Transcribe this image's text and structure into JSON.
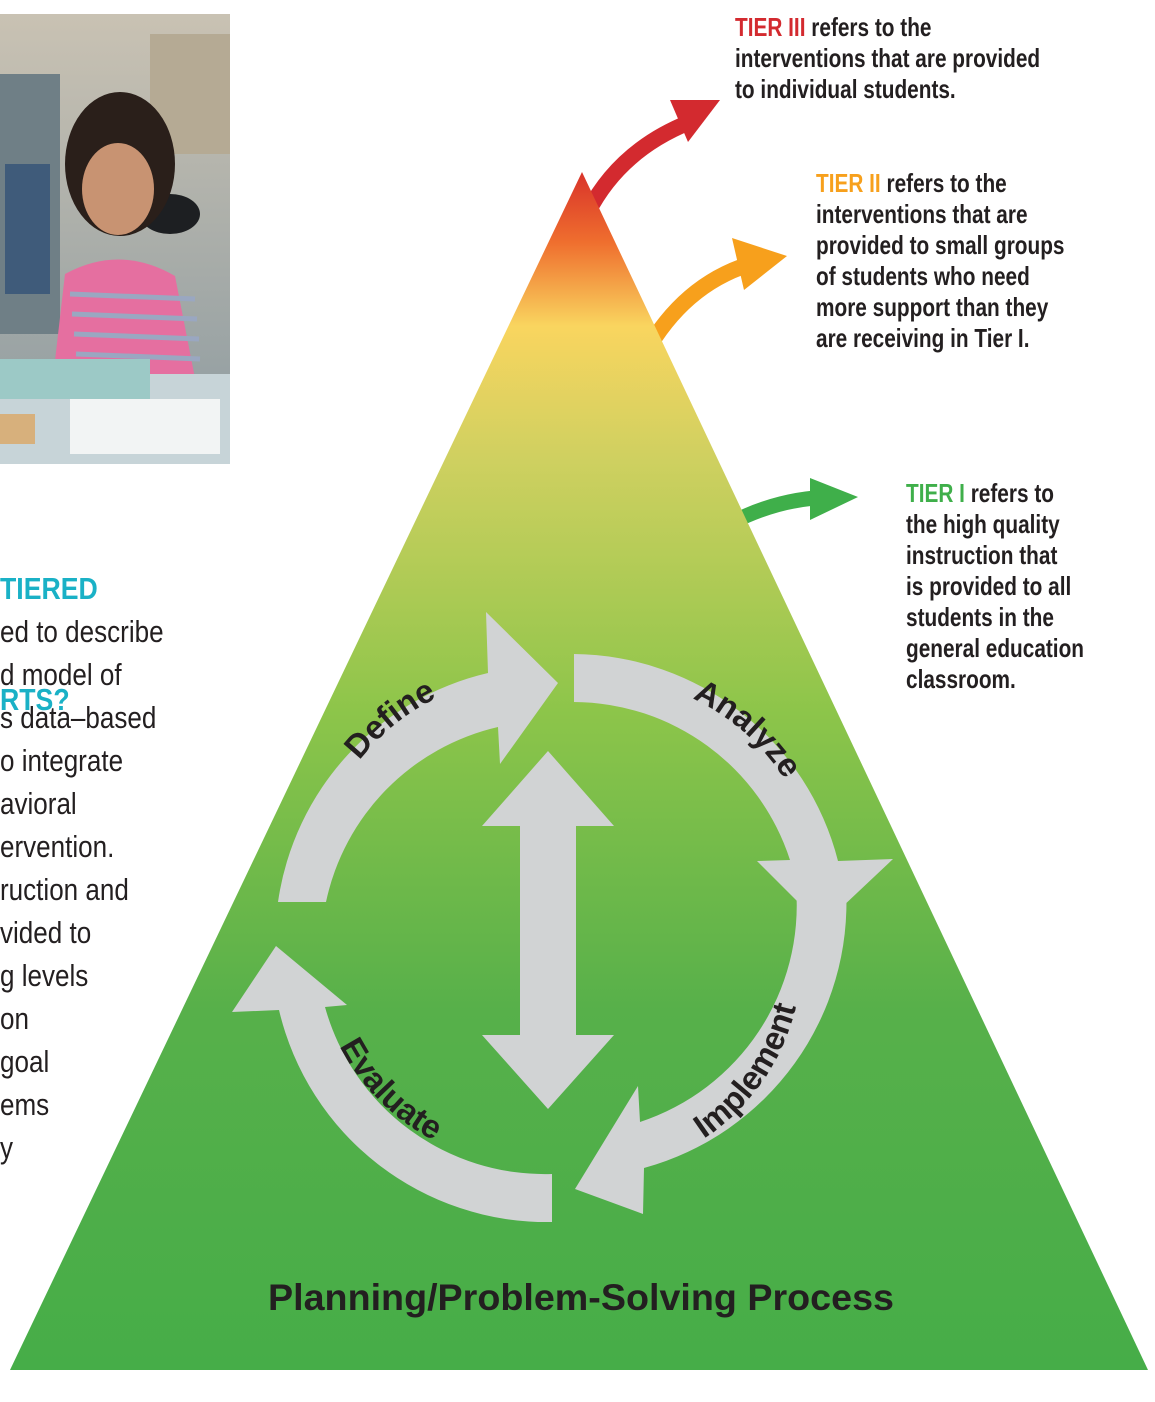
{
  "sidebar": {
    "heading_lines": [
      "TIERED",
      "RTS?"
    ],
    "body_lines": [
      "ed to describe",
      "d model of",
      "s data–based",
      "o integrate",
      "avioral",
      "ervention.",
      "ruction and",
      "vided to",
      "g levels",
      "on",
      "goal",
      "ems",
      "y"
    ]
  },
  "tiers": {
    "tier3": {
      "label": "TIER III",
      "lines": [
        " refers to the",
        "interventions that are provided",
        "to individual students."
      ]
    },
    "tier2": {
      "label": "TIER II",
      "lines": [
        " refers to the",
        "interventions that are",
        "provided to small groups",
        "of students who need",
        "more support than they",
        "are receiving in Tier I."
      ]
    },
    "tier1": {
      "label": "TIER I",
      "lines": [
        " refers to",
        "the high quality",
        "instruction that",
        "is provided to all",
        "students in the",
        "general education",
        "classroom."
      ]
    }
  },
  "cycle": {
    "steps": [
      "Define",
      "Analyze",
      "Implement",
      "Evaluate"
    ],
    "title": "Planning/Problem-Solving Process"
  },
  "colors": {
    "tier3": "#d32a2f",
    "tier2": "#f7a01c",
    "tier1": "#3faf4a",
    "heading": "#1ab1c6",
    "arrow_gray": "#d1d3d4",
    "pyramid_top": "#d8312a",
    "pyramid_mid": "#f9d55f",
    "pyramid_low": "#8dc54a",
    "pyramid_base": "#46ad48"
  }
}
